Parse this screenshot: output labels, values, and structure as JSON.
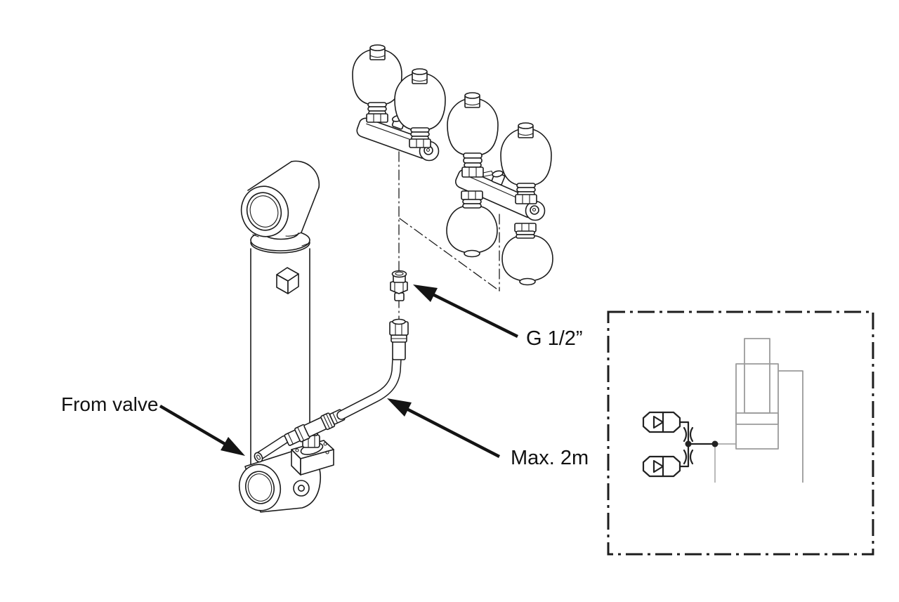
{
  "labels": {
    "from_valve": "From valve",
    "g_thread": "G 1/2”",
    "max_length": "Max. 2m"
  },
  "colors": {
    "line": "#1c1c1c",
    "inset_gray": "#9b9b9b",
    "arrow": "#141414",
    "text": "#111111",
    "background": "#ffffff"
  }
}
